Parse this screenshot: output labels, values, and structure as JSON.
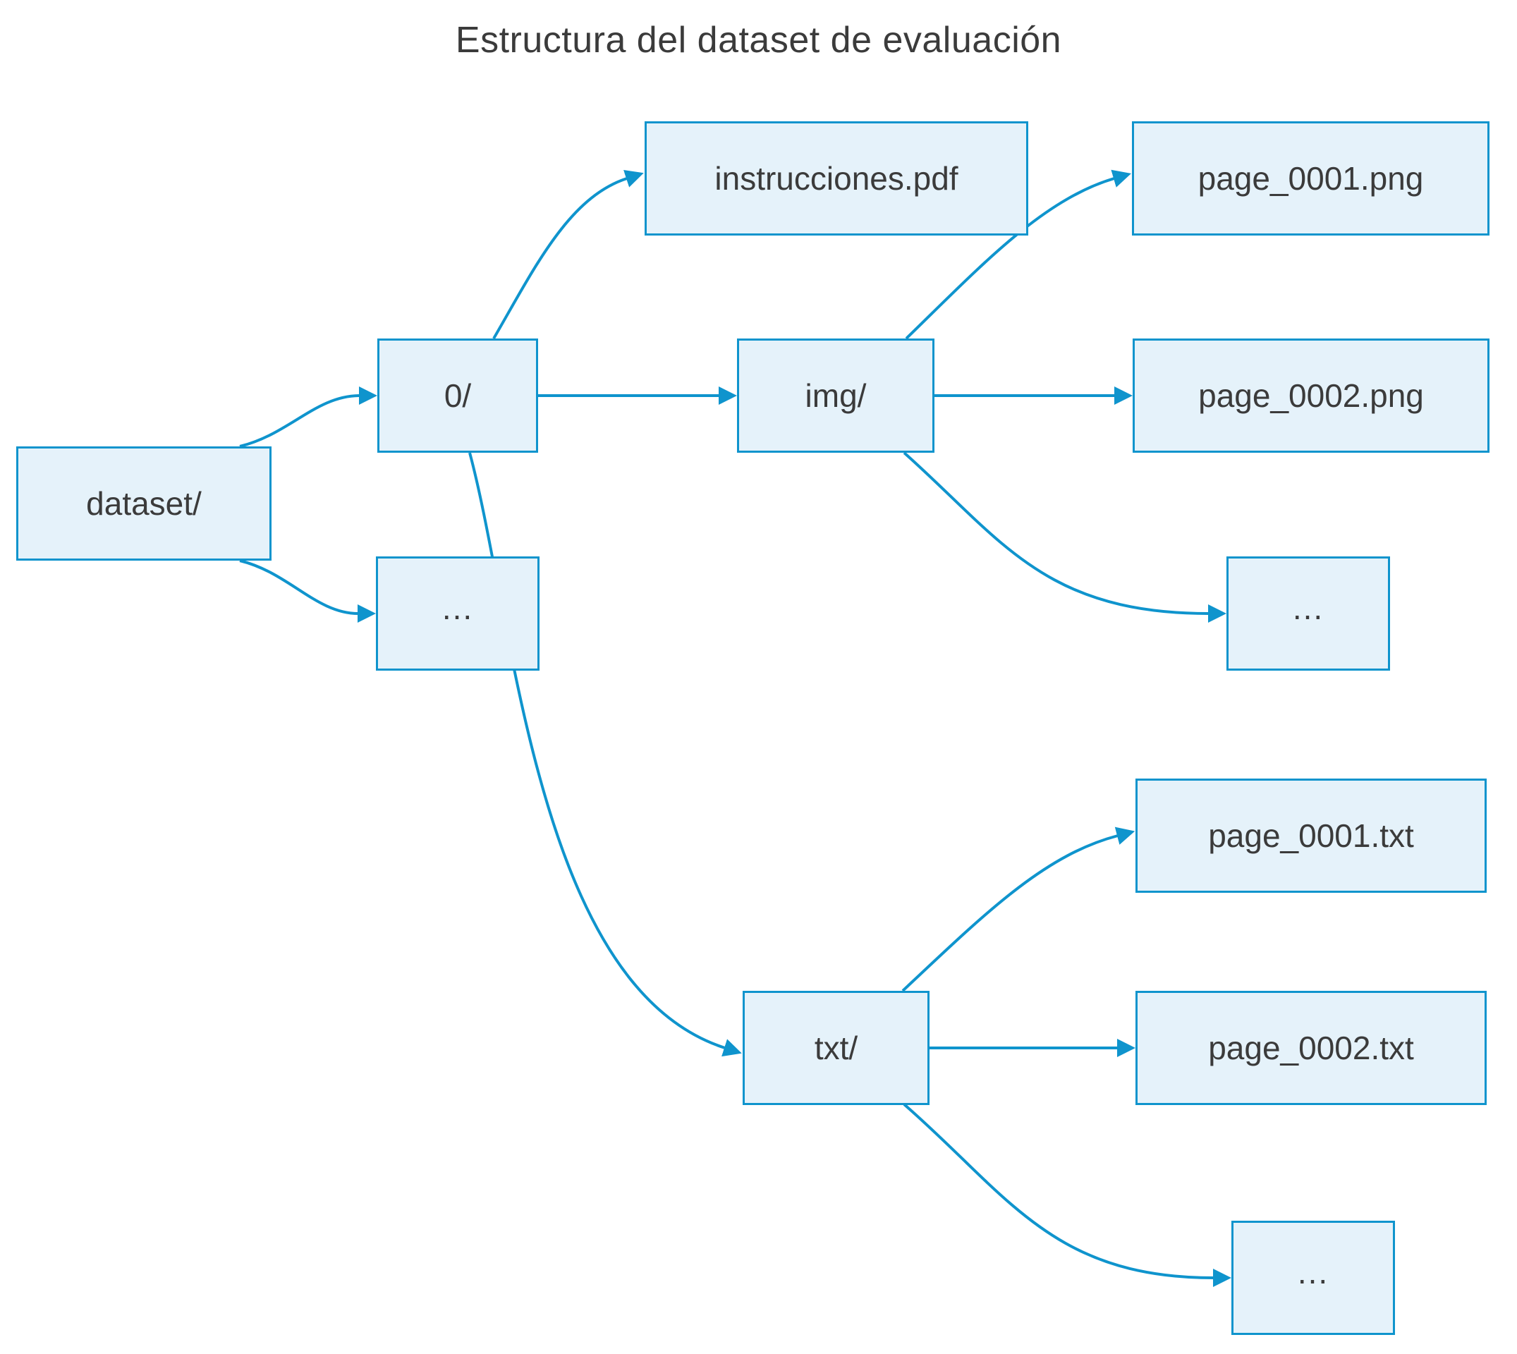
{
  "title": "Estructura del dataset de evaluación",
  "colors": {
    "edge": "#0f94cd",
    "node_fill": "#e5f2fa",
    "node_border": "#0f94cd",
    "text": "#3b3b3b",
    "bg": "#ffffff"
  },
  "nodes": {
    "dataset": {
      "label": "dataset/"
    },
    "folder0": {
      "label": "0/"
    },
    "dots_root": {
      "label": "..."
    },
    "instrucciones": {
      "label": "instrucciones.pdf"
    },
    "img": {
      "label": "img/"
    },
    "txt": {
      "label": "txt/"
    },
    "page1png": {
      "label": "page_0001.png"
    },
    "page2png": {
      "label": "page_0002.png"
    },
    "dots_img": {
      "label": "..."
    },
    "page1txt": {
      "label": "page_0001.txt"
    },
    "page2txt": {
      "label": "page_0002.txt"
    },
    "dots_txt": {
      "label": "..."
    }
  },
  "edges": [
    {
      "from": "dataset",
      "to": "folder0"
    },
    {
      "from": "dataset",
      "to": "dots_root"
    },
    {
      "from": "folder0",
      "to": "instrucciones"
    },
    {
      "from": "folder0",
      "to": "img"
    },
    {
      "from": "folder0",
      "to": "txt"
    },
    {
      "from": "img",
      "to": "page1png"
    },
    {
      "from": "img",
      "to": "page2png"
    },
    {
      "from": "img",
      "to": "dots_img"
    },
    {
      "from": "txt",
      "to": "page1txt"
    },
    {
      "from": "txt",
      "to": "page2txt"
    },
    {
      "from": "txt",
      "to": "dots_txt"
    }
  ]
}
